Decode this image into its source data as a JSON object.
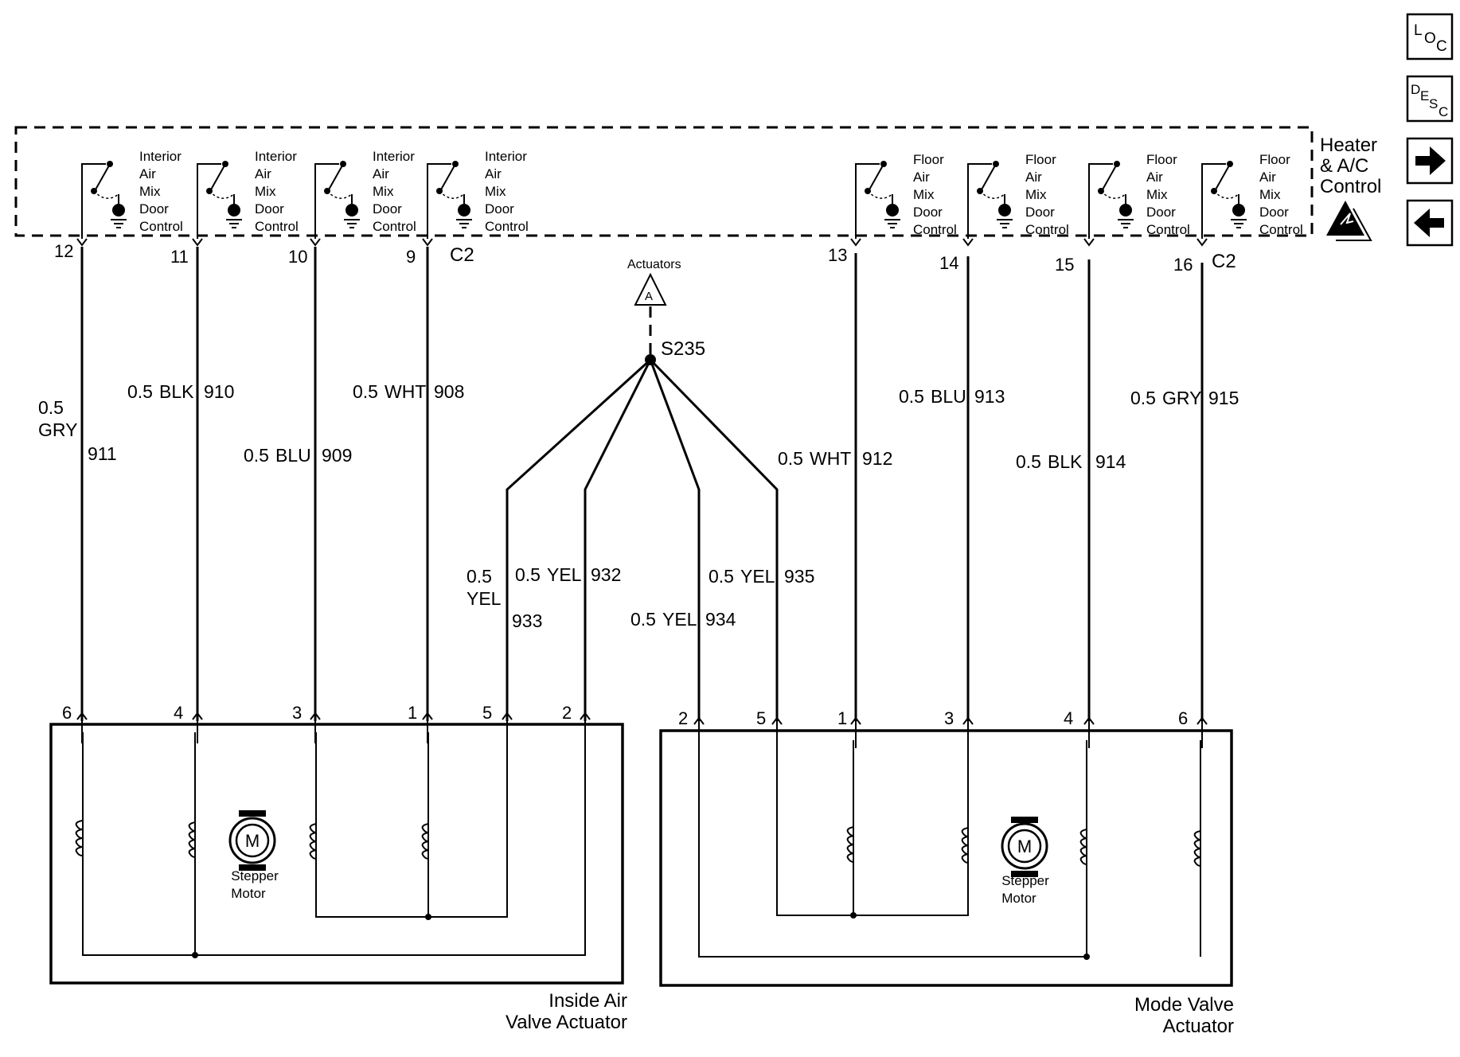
{
  "nav": {
    "loc_sup": "L",
    "loc_sub": "O",
    "loc_sub2": "C",
    "desc_sup": "D",
    "desc_mid": "E",
    "desc_sub": "S",
    "desc_sub2": "C",
    "next_icon": "arrow-right-icon",
    "prev_icon": "arrow-left-icon"
  },
  "module": {
    "title_line1": "Heater",
    "title_line2": "& A/C",
    "title_line3": "Control",
    "connector": "C2",
    "esd_icon": "esd-warning-icon",
    "switches": [
      {
        "lines": [
          "Interior",
          "Air",
          "Mix",
          "Door",
          "Control"
        ],
        "pin": "12"
      },
      {
        "lines": [
          "Interior",
          "Air",
          "Mix",
          "Door",
          "Control"
        ],
        "pin": "11"
      },
      {
        "lines": [
          "Interior",
          "Air",
          "Mix",
          "Door",
          "Control"
        ],
        "pin": "10"
      },
      {
        "lines": [
          "Interior",
          "Air",
          "Mix",
          "Door",
          "Control"
        ],
        "pin": "9"
      },
      {
        "lines": [
          "Floor",
          "Air",
          "Mix",
          "Door",
          "Control"
        ],
        "pin": "13"
      },
      {
        "lines": [
          "Floor",
          "Air",
          "Mix",
          "Door",
          "Control"
        ],
        "pin": "14"
      },
      {
        "lines": [
          "Floor",
          "Air",
          "Mix",
          "Door",
          "Control"
        ],
        "pin": "15"
      },
      {
        "lines": [
          "Floor",
          "Air",
          "Mix",
          "Door",
          "Control"
        ],
        "pin": "16"
      }
    ]
  },
  "splice": {
    "ref_title": "Actuators",
    "ref_letter": "A",
    "id": "S235"
  },
  "wires": {
    "w911": {
      "size": "0.5",
      "color": "GRY",
      "circuit": "911"
    },
    "w910": {
      "size": "0.5",
      "color": "BLK",
      "circuit": "910"
    },
    "w909": {
      "size": "0.5",
      "color": "BLU",
      "circuit": "909"
    },
    "w908": {
      "size": "0.5",
      "color": "WHT",
      "circuit": "908"
    },
    "w933": {
      "size": "0.5",
      "color": "YEL",
      "circuit": "933"
    },
    "w932": {
      "size": "0.5",
      "color": "YEL",
      "circuit": "932"
    },
    "w934": {
      "size": "0.5",
      "color": "YEL",
      "circuit": "934"
    },
    "w935": {
      "size": "0.5",
      "color": "YEL",
      "circuit": "935"
    },
    "w912": {
      "size": "0.5",
      "color": "WHT",
      "circuit": "912"
    },
    "w913": {
      "size": "0.5",
      "color": "BLU",
      "circuit": "913"
    },
    "w914": {
      "size": "0.5",
      "color": "BLK",
      "circuit": "914"
    },
    "w915": {
      "size": "0.5",
      "color": "GRY",
      "circuit": "915"
    }
  },
  "inside_actuator": {
    "name_line1": "Inside Air",
    "name_line2": "Valve Actuator",
    "motor_letter": "M",
    "motor_line1": "Stepper",
    "motor_line2": "Motor",
    "pins": [
      "6",
      "4",
      "3",
      "1",
      "5",
      "2"
    ]
  },
  "mode_actuator": {
    "name_line1": "Mode Valve",
    "name_line2": "Actuator",
    "motor_letter": "M",
    "motor_line1": "Stepper",
    "motor_line2": "Motor",
    "pins": [
      "2",
      "5",
      "1",
      "3",
      "4",
      "6"
    ]
  }
}
